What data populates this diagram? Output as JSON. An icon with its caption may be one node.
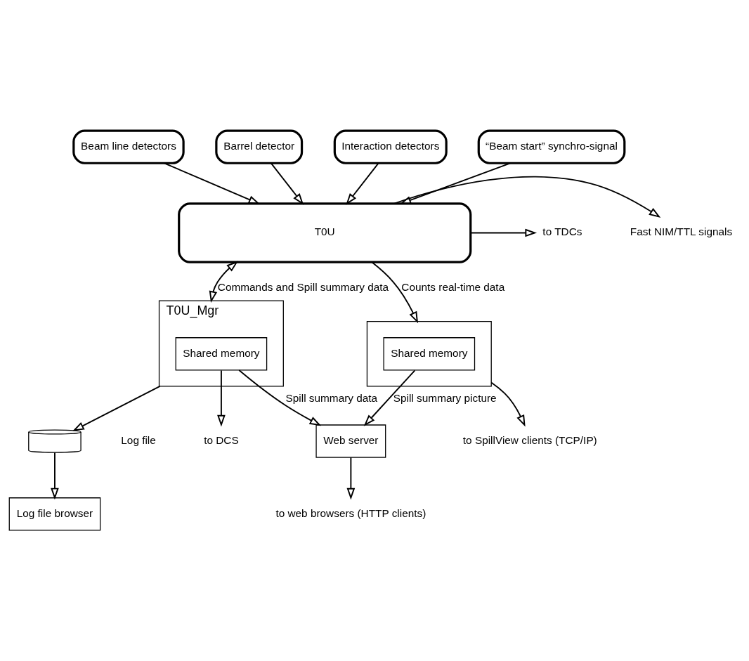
{
  "diagram": {
    "nodes": [
      {
        "text": [
          "Beam line detectors"
        ]
      },
      {
        "text": [
          "Barrel detector"
        ]
      },
      {
        "text": [
          "Interaction detectors"
        ]
      },
      {
        "text": [
          "“Beam start” synchro-signal"
        ]
      },
      {
        "text": [
          "T0U"
        ]
      },
      {
        "text": [
          "to TDCs"
        ]
      },
      {
        "text": [
          "Fast NIM/TTL signals"
        ]
      },
      {
        "text": [
          "T0U_Mgr"
        ]
      },
      {
        "text": [
          "Shared memory"
        ],
        "in": 7
      },
      {
        "text": [],
        "shape": "box"
      },
      {
        "text": [
          "Shared memory"
        ],
        "in": 9
      },
      {
        "text": [
          "to SpillView clients (TCP/IP)"
        ]
      },
      {
        "text": [],
        "shape": "cylinder",
        "beside": [
          "Log file"
        ]
      },
      {
        "text": [
          "Log file browser"
        ]
      },
      {
        "text": [
          "Web server"
        ]
      },
      {
        "text": [
          "to web browsers (HTTP clients)"
        ]
      },
      {
        "text": [
          "to DCS"
        ]
      }
    ],
    "edges": [
      {
        "from": 0,
        "to": 4,
        "arrow": "to"
      },
      {
        "from": 1,
        "to": 4,
        "arrow": "to"
      },
      {
        "from": 2,
        "to": 4,
        "arrow": "to"
      },
      {
        "from": 3,
        "to": 4,
        "arrow": "to"
      },
      {
        "from": 4,
        "to": 5,
        "arrow": "to"
      },
      {
        "from": 4,
        "to": 6,
        "arrow": "to"
      },
      {
        "from": 4,
        "to": 7,
        "arrow": "both",
        "label": "Commands and Spill summary data"
      },
      {
        "from": 4,
        "to": 9,
        "arrow": "to",
        "label": "Counts real-time data"
      },
      {
        "from": 9,
        "to": 11,
        "arrow": "to"
      },
      {
        "from": 7,
        "to": 12,
        "arrow": "to"
      },
      {
        "from": 12,
        "to": 13,
        "arrow": "to"
      },
      {
        "from": 8,
        "to": 14,
        "arrow": "to",
        "label": "Spill summary data"
      },
      {
        "from": 8,
        "to": 16,
        "arrow": "to"
      },
      {
        "from": 10,
        "to": 14,
        "arrow": "to",
        "label": "Spill summary picture"
      },
      {
        "from": 14,
        "to": 15,
        "arrow": "to"
      }
    ]
  }
}
